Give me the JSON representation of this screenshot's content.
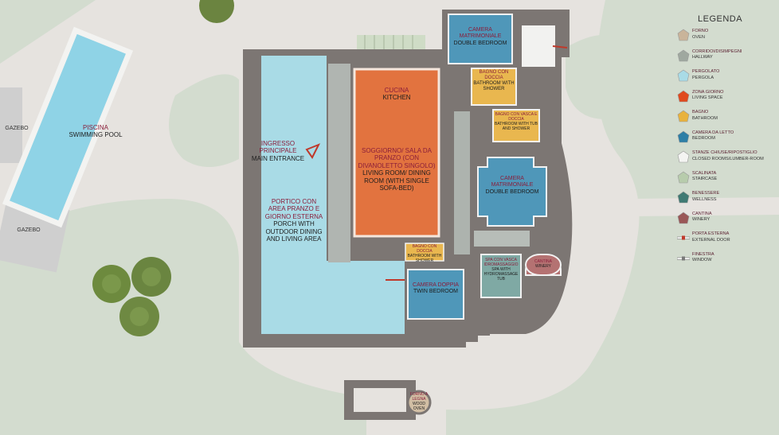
{
  "rooms": {
    "kitchen": {
      "it": "CUCINA",
      "en": "KITCHEN"
    },
    "living": {
      "it": "SOGGIORNO/ SALA DA PRANZO (CON DIVANOLETTO SINGOLO)",
      "en": "LIVING ROOM/ DINING ROOM (WITH SINGLE SOFA-BED)"
    },
    "master_top": {
      "it": "CAMERA MATRIMONIALE",
      "en": "DOUBLE BEDROOM"
    },
    "bath_shower": {
      "it": "BAGNO CON DOCCIA",
      "en": "BATHROOM WITH SHOWER"
    },
    "bath_tub": {
      "it": "BAGNO CON VASCA E DOCCIA",
      "en": "BATHROOM WITH TUB AND SHOWER"
    },
    "master_mid": {
      "it": "CAMERA MATRIMONIALE",
      "en": "DOUBLE BEDROOM"
    },
    "twin": {
      "it": "CAMERA DOPPIA",
      "en": "TWIN BEDROOM"
    },
    "small_bath": {
      "it": "BAGNO CON DOCCIA",
      "en": "BATHROOM WITH SHOWER"
    },
    "spa": {
      "it": "SPA CON VASCA IDROMASSAGGIO",
      "en": "SPA WITH HYDROMASSAGE TUB"
    },
    "winery": {
      "it": "CANTINA",
      "en": "WINERY"
    },
    "entrance": {
      "it": "INGRESSO PRINCIPALE",
      "en": "MAIN ENTRANCE"
    },
    "porch": {
      "it": "PORTICO CON AREA PRANZO E GIORNO ESTERNA",
      "en": "PORCH WITH OUTDOOR DINING AND LIVING AREA"
    },
    "pool": {
      "it": "PISCINA",
      "en": "SWIMMING POOL"
    },
    "gazebo_1": "GAZEBO",
    "gazebo_2": "GAZEBO",
    "oven": {
      "it": "FORNO A LEGNA",
      "en": "WOOD OVEN"
    }
  },
  "legend": {
    "title": "LEGENDA",
    "items": [
      {
        "it": "FORNO",
        "en": "OVEN",
        "color": "#c9b49a",
        "shape": "penta"
      },
      {
        "it": "CORRIDOI/DISIMPEGNI",
        "en": "HALLWAY",
        "color": "#9fa89f",
        "shape": "penta"
      },
      {
        "it": "PERGOLATO",
        "en": "PERGOLA",
        "color": "#a9dbe6",
        "shape": "penta"
      },
      {
        "it": "ZONA GIORNO",
        "en": "LIVING SPACE",
        "color": "#e04a1e",
        "shape": "penta"
      },
      {
        "it": "BAGNO",
        "en": "BATHROOM",
        "color": "#e8b23e",
        "shape": "penta"
      },
      {
        "it": "CAMERA DA LETTO",
        "en": "BEDROOM",
        "color": "#2e7fa6",
        "shape": "penta"
      },
      {
        "it": "STANZE CHIUSE/RIPOSTIGLIO",
        "en": "CLOSED ROOMS/LUMBER-ROOM",
        "color": "#f4f4f2",
        "shape": "penta"
      },
      {
        "it": "SCALINATA",
        "en": "STAIRCASE",
        "color": "#b7ccac",
        "shape": "penta"
      },
      {
        "it": "BENESSERE",
        "en": "WELLNESS",
        "color": "#3f7a73",
        "shape": "penta"
      },
      {
        "it": "CANTINA",
        "en": "WINERY",
        "color": "#9a5757",
        "shape": "penta"
      },
      {
        "it": "PORTA ESTERNA",
        "en": "EXTERNAL DOOR",
        "color": "#c0392b",
        "shape": "door"
      },
      {
        "it": "FINESTRA",
        "en": "WINDOW",
        "color": "#7a7a7a",
        "shape": "window"
      }
    ]
  },
  "colors": {
    "gravel": "#e6e3df",
    "lawn": "#d3dccf",
    "wall": "#7c7673",
    "pergola": "#a9dbe6",
    "living": "#e2733f",
    "bedroom": "#4f97b9",
    "bathroom": "#e9b74f",
    "hallway": "#adb3ae",
    "wellness": "#7fa9a4",
    "winery": "#b47272",
    "door": "#c0392b",
    "tree": "#5f7a3a"
  }
}
